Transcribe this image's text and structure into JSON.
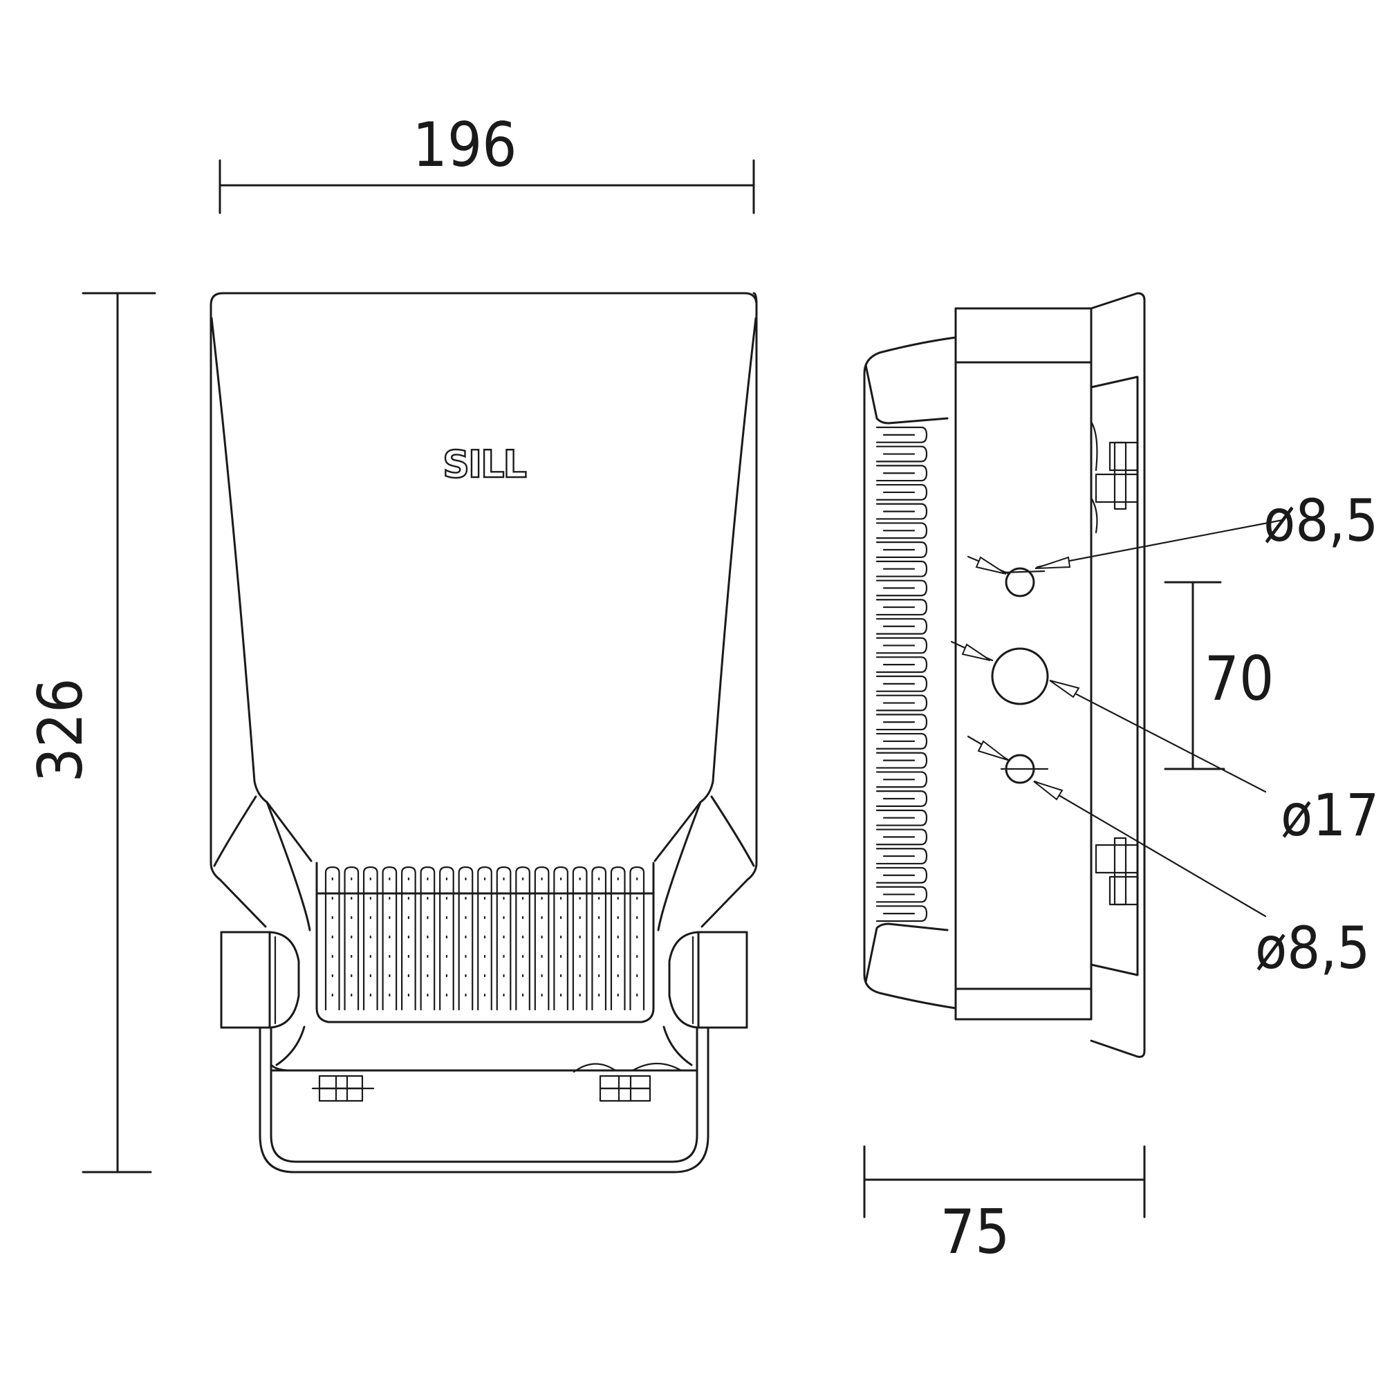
{
  "brand": "SILL",
  "dimensions": {
    "width": "196",
    "height": "326",
    "depth": "75",
    "hole_spacing": "70",
    "hole_top": "ø8,5",
    "hole_middle": "ø17",
    "hole_bottom": "ø8,5"
  }
}
